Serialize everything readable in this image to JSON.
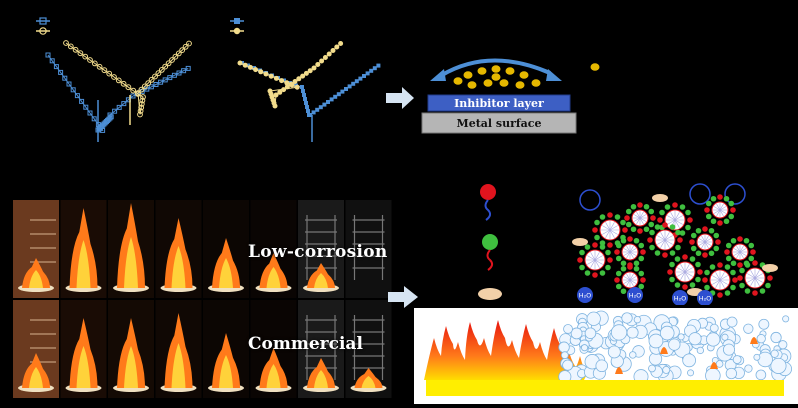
{
  "mechanism": {
    "inhibitor_label": "Inhibitor layer",
    "metal_label": "Metal surface"
  },
  "fire_test": {
    "low_label": "Low-corrosion",
    "commercial_label": "Commercial"
  },
  "molecules": {
    "water_labels": [
      "H₂O",
      "H₂O",
      "H₂O",
      "H₂O"
    ]
  },
  "colors": {
    "blue_series": "#4d8fd6",
    "yellow_series": "#f2dc8c",
    "inhibitor_blue": "#3d5fc4",
    "metal_gray": "#b5b5b5",
    "flame_orange": "#ff7a1a",
    "foam_yellow": "#ffee00"
  }
}
